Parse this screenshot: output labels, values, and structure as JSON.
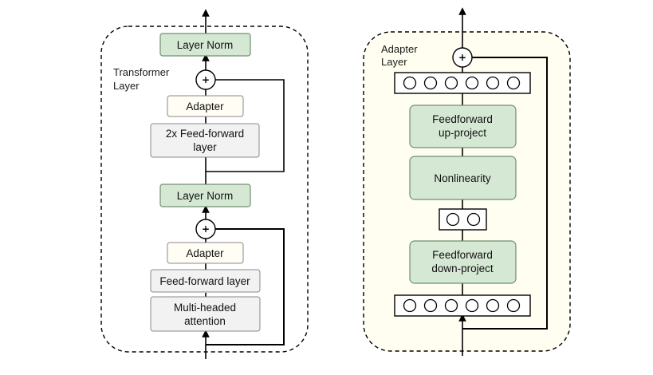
{
  "transformer_layer": {
    "label_line1": "Transformer",
    "label_line2": "Layer",
    "layer_norm_top": "Layer Norm",
    "plus_top": "+",
    "adapter_top": "Adapter",
    "ffn2x_line1": "2x Feed-forward",
    "ffn2x_line2": "layer",
    "layer_norm_bottom": "Layer Norm",
    "plus_bottom": "+",
    "adapter_bottom": "Adapter",
    "ffn": "Feed-forward layer",
    "attention_line1": "Multi-headed",
    "attention_line2": "attention"
  },
  "adapter_layer": {
    "label_line1": "Adapter",
    "label_line2": "Layer",
    "plus": "+",
    "up_line1": "Feedforward",
    "up_line2": "up-project",
    "nonlinearity": "Nonlinearity",
    "down_line1": "Feedforward",
    "down_line2": "down-project",
    "top_vector_units": 6,
    "middle_vector_units": 2,
    "bottom_vector_units": 6
  },
  "colors": {
    "green_fill": "#d5e8d4",
    "green_stroke": "#6f8f6f",
    "yellow_fill": "#fffef0",
    "gray_fill": "#f2f2f2",
    "gray_stroke": "#888888",
    "white_fill": "#fffdf4"
  }
}
